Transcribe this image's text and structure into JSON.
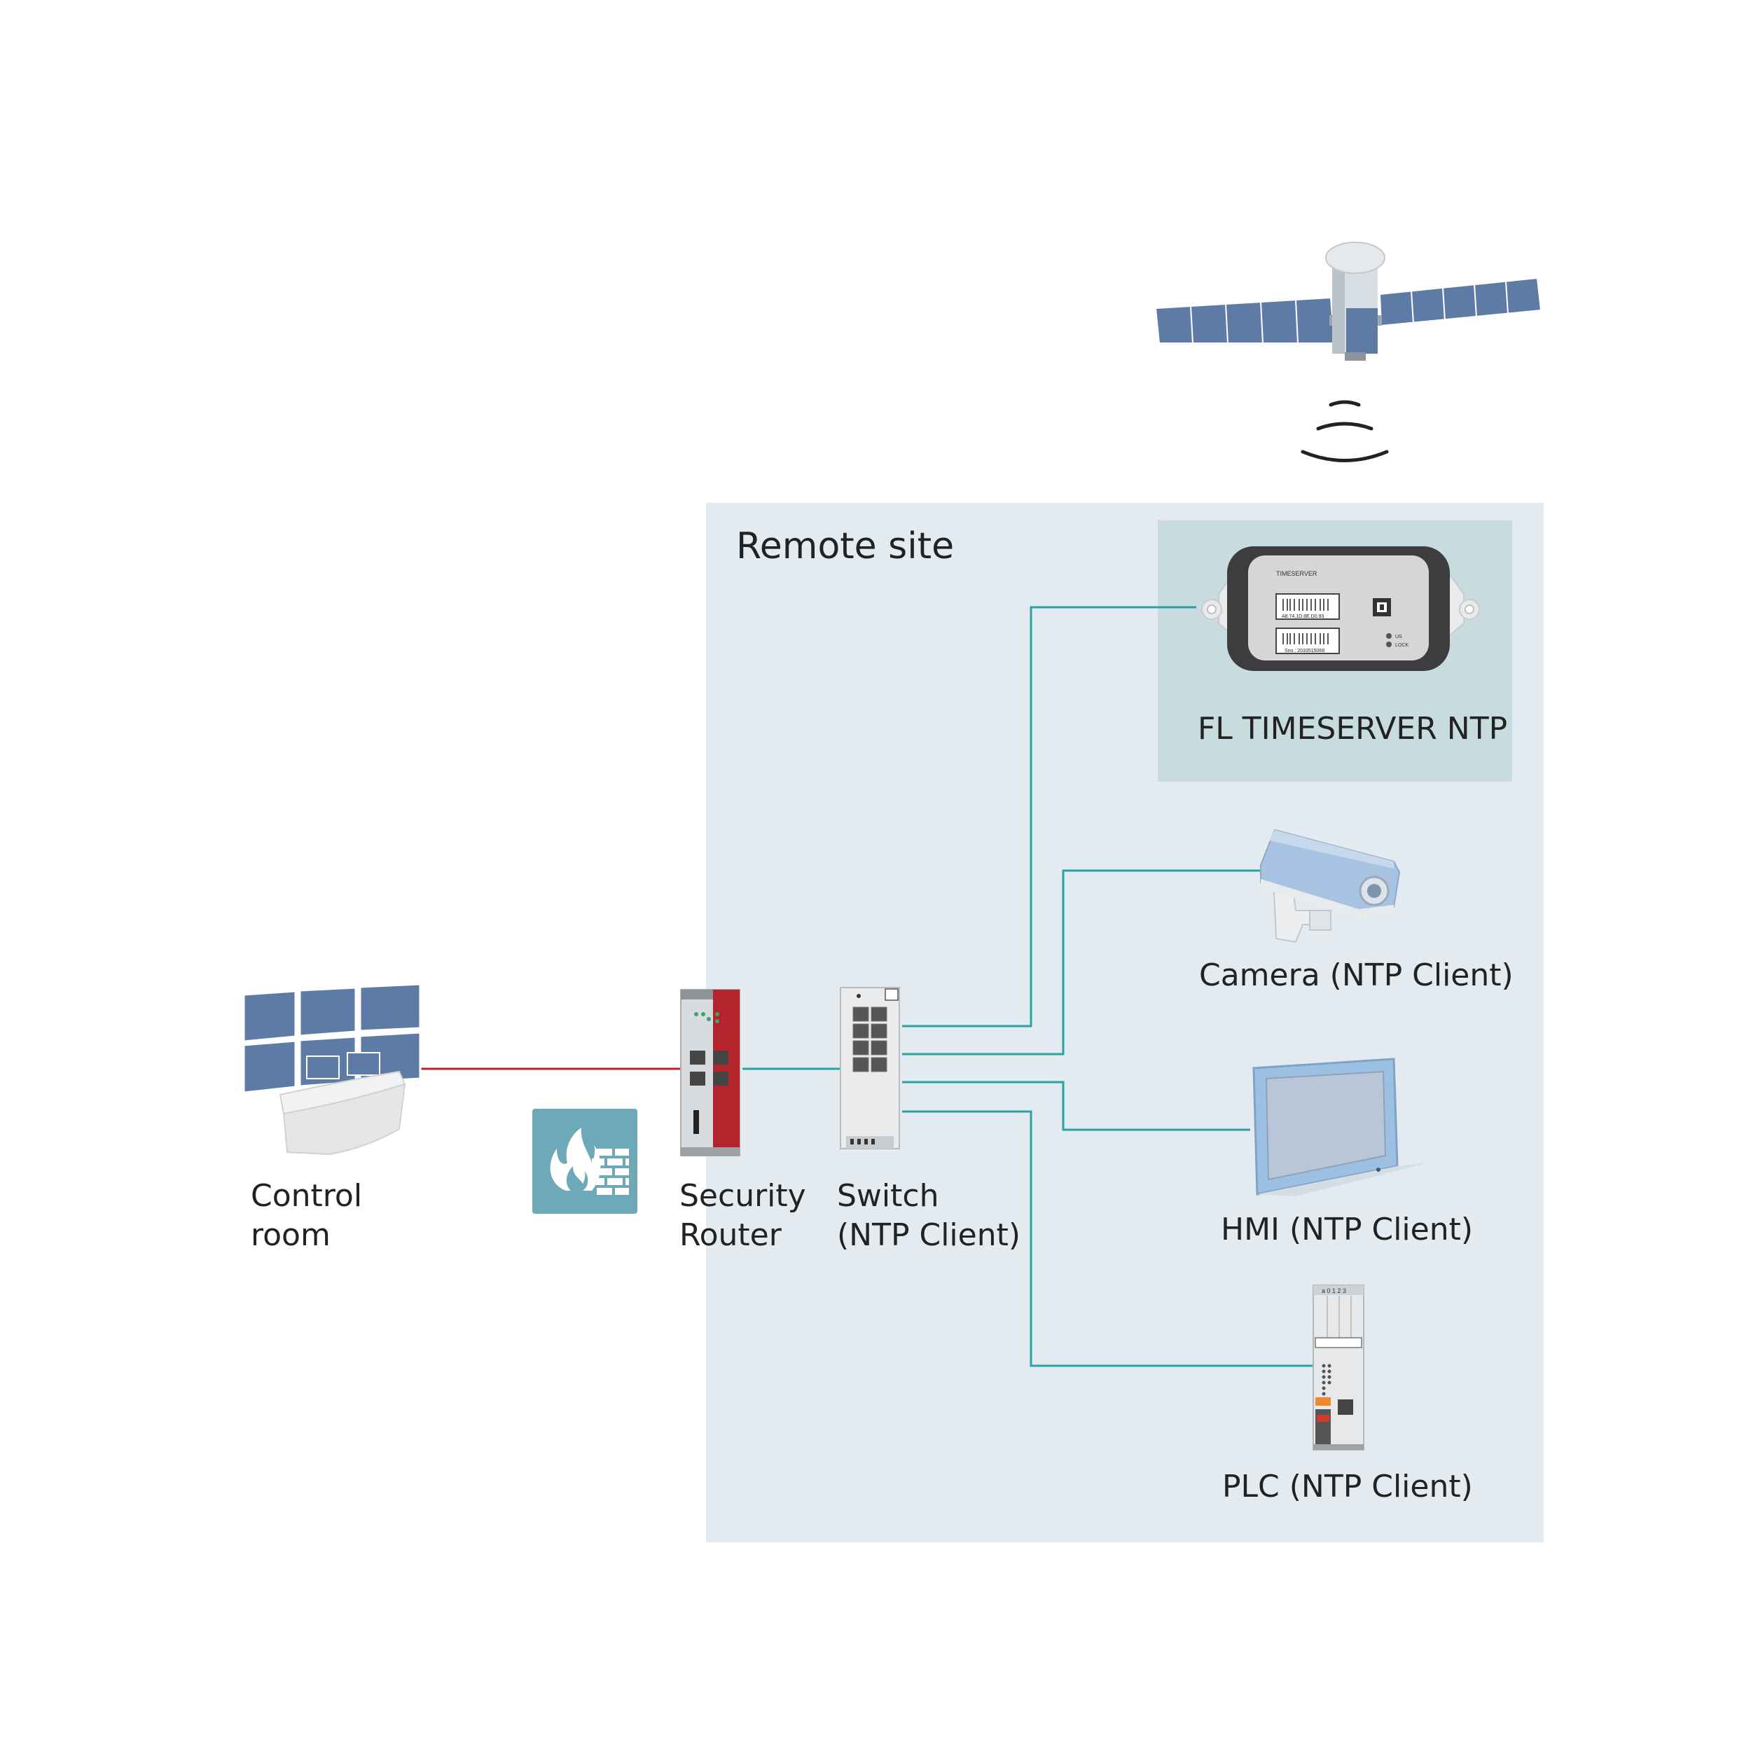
{
  "region": {
    "title": "Remote site"
  },
  "nodes": {
    "control_room": {
      "line1": "Control",
      "line2": "room"
    },
    "security_router": {
      "line1": "Security",
      "line2": "Router"
    },
    "switch": {
      "line1": "Switch",
      "line2": "(NTP Client)"
    },
    "timeserver": {
      "label": "FL TIMESERVER NTP",
      "device_header": "TIMESERVER",
      "mac": "A8.74.1D.8E.D0.93",
      "serial": "Sno.: 2033515068",
      "led1": "US",
      "led2": "LOCK"
    },
    "camera": {
      "label": "Camera (NTP Client)"
    },
    "hmi": {
      "label": "HMI (NTP Client)"
    },
    "plc": {
      "label": "PLC (NTP Client)",
      "io_slots": "a 0 1 2 3"
    }
  },
  "colors": {
    "region_bg": "#e3ebf0",
    "timeserver_bg": "#c8dbdf",
    "teal_link": "#2aa3a0",
    "red_link": "#c0232e",
    "firewall_tile": "#6ea9ba",
    "panel_blue": "#5e7ba6",
    "router_red": "#b5232d"
  },
  "icons": [
    "satellite-icon",
    "signal-waves-icon",
    "firewall-icon",
    "control-room-icon",
    "security-router-icon",
    "switch-icon",
    "timeserver-icon",
    "camera-icon",
    "hmi-icon",
    "plc-icon"
  ]
}
